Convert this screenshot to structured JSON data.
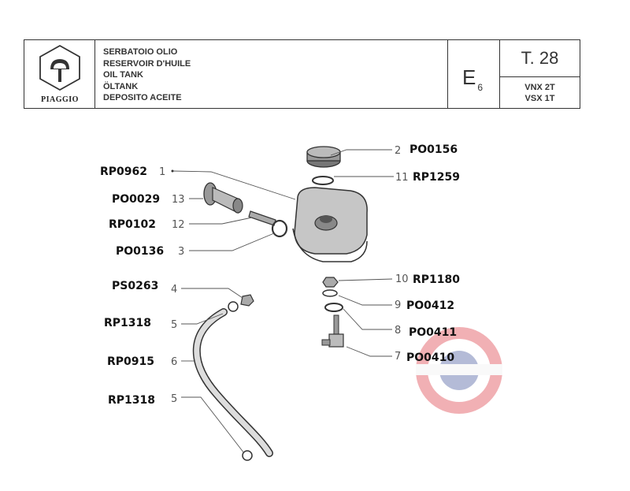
{
  "header": {
    "brand": "PIAGGIO",
    "titles": [
      "SERBATOIO OLIO",
      "RESERVOIR D'HUILE",
      "OIL TANK",
      "ÖLTANK",
      "DEPOSITO ACEITE"
    ],
    "group_letter": "E",
    "group_sub": "6",
    "table_no": "T. 28",
    "models": [
      "VNX 2T",
      "VSX 1T"
    ]
  },
  "parts": [
    {
      "ref": "1",
      "code": "RP0962"
    },
    {
      "ref": "13",
      "code": "PO0029"
    },
    {
      "ref": "12",
      "code": "RP0102"
    },
    {
      "ref": "3",
      "code": "PO0136"
    },
    {
      "ref": "4",
      "code": "PS0263"
    },
    {
      "ref": "5",
      "code": "RP1318"
    },
    {
      "ref": "6",
      "code": "RP0915"
    },
    {
      "ref": "5",
      "code": "RP1318"
    },
    {
      "ref": "2",
      "code": "PO0156"
    },
    {
      "ref": "11",
      "code": "RP1259"
    },
    {
      "ref": "10",
      "code": "RP1180"
    },
    {
      "ref": "9",
      "code": "PO0412"
    },
    {
      "ref": "8",
      "code": "PO0411"
    },
    {
      "ref": "7",
      "code": "PO0410"
    }
  ],
  "colors": {
    "line": "#333333",
    "tank": "#b9b9b9",
    "watermark_red": "#d8202a",
    "watermark_blue": "#2a3f8f"
  }
}
